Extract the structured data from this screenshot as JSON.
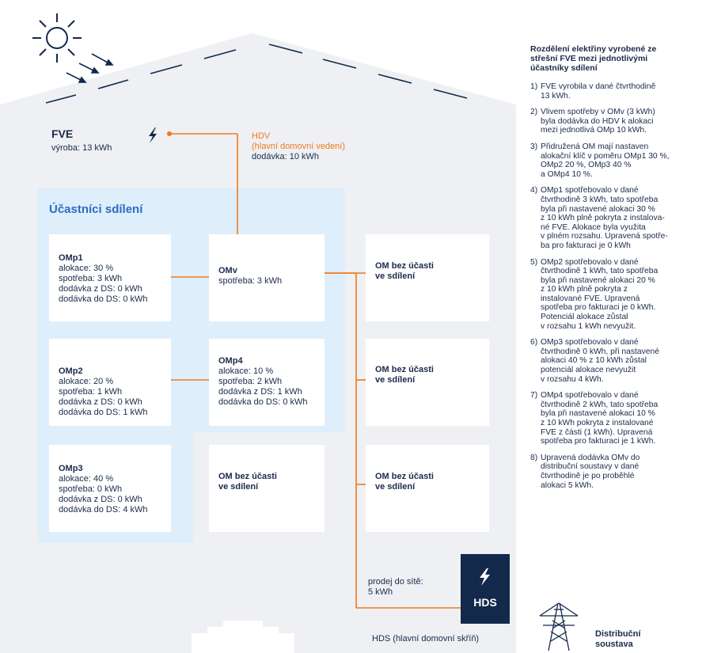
{
  "fve": {
    "title": "FVE",
    "production": "výroba: 13 kWh"
  },
  "hdv": {
    "line1": "HDV",
    "line2": "(hlavní domovní vedení)",
    "delivery": "dodávka: 10 kWh"
  },
  "participants_title": "Účastníci sdílení",
  "omp1": {
    "name": "OMp1",
    "lines": [
      "alokace: 30 %",
      "spotřeba: 3 kWh",
      "dodávka z DS: 0 kWh",
      "dodávka do DS: 0 kWh"
    ]
  },
  "omp2": {
    "name": "OMp2",
    "lines": [
      "alokace: 20 %",
      "spotřeba: 1 kWh",
      "dodávka z DS: 0 kWh",
      "dodávka do DS: 1 kWh"
    ]
  },
  "omp3": {
    "name": "OMp3",
    "lines": [
      "alokace: 40 %",
      "spotřeba: 0 kWh",
      "dodávka z DS: 0 kWh",
      "dodávka do DS: 4 kWh"
    ]
  },
  "omp4": {
    "name": "OMp4",
    "lines": [
      "alokace: 10 %",
      "spotřeba: 2 kWh",
      "dodávka z DS: 1 kWh",
      "dodávka do DS: 0 kWh"
    ]
  },
  "omv": {
    "name": "OMv",
    "consumption": "spotřeba: 3 kWh"
  },
  "om_none": {
    "line1": "OM bez účasti",
    "line2": "ve sdílení"
  },
  "sale": {
    "line1": "prodej do sítě:",
    "line2": "5 kWh"
  },
  "hds": {
    "label": "HDS",
    "caption": "HDS (hlavní domovní skříň)"
  },
  "distribution": {
    "line1": "Distribuční",
    "line2": "soustava"
  },
  "sidebar": {
    "title_lines": [
      "Rozdělení elektřiny vyrobené ze",
      "střešní FVE mezi jednotlivými",
      "účastníky sdílení"
    ],
    "items": [
      {
        "num": "1)",
        "lines": [
          "FVE vyrobila v dané čtvrthodině",
          "13 kWh."
        ]
      },
      {
        "num": "2)",
        "lines": [
          "Vlivem spotřeby v OMv (3 kWh)",
          "byla dodávka do HDV k alokaci",
          "mezi jednotlivá OMp 10 kWh."
        ]
      },
      {
        "num": "3)",
        "lines": [
          "Přidružená OM mají nastaven",
          "alokační klíč v poměru OMp1 30 %,",
          "OMp2 20 %, OMp3 40 %",
          "a OMp4 10 %."
        ]
      },
      {
        "num": "4)",
        "lines": [
          "OMp1 spotřebovalo v dané",
          "čtvrthodině 3 kWh, tato spotřeba",
          "byla při nastavené alokaci 30 %",
          "z 10 kWh plně pokryta z instalova-",
          "né FVE. Alokace byla využita",
          "v plném rozsahu. Upravená spotře-",
          "ba pro fakturaci je 0 kWh"
        ]
      },
      {
        "num": "5)",
        "lines": [
          "OMp2 spotřebovalo v dané",
          "čtvrthodině 1 kWh, tato spotřeba",
          "byla při nastavené alokaci 20 %",
          "z 10 kWh plně pokryta z",
          "instalované FVE. Upravená",
          "spotřeba pro fakturaci je 0 kWh.",
          "Potenciál alokace zůstal",
          "v rozsahu 1 kWh nevyužit."
        ]
      },
      {
        "num": "6)",
        "lines": [
          "OMp3 spotřebovalo v dané",
          "čtvrthodině 0 kWh, při nastavené",
          "alokaci 40 % z 10 kWh zůstal",
          "potenciál alokace nevyužit",
          "v rozsahu 4 kWh."
        ]
      },
      {
        "num": "7)",
        "lines": [
          "OMp4 spotřebovalo v dané",
          "čtvrthodině 2 kWh, tato spotřeba",
          "byla při nastavené alokaci 10 %",
          "z 10 kWh pokryta z instalované",
          "FVE z části (1 kWh). Upravená",
          "spotřeba pro fakturaci je 1 kWh."
        ]
      },
      {
        "num": "8)",
        "lines": [
          "Upravená dodávka OMv do",
          "distribuční soustavy v dané",
          "čtvrthodině je po proběhlé",
          "alokaci 5 kWh."
        ]
      }
    ]
  },
  "colors": {
    "navy": "#13294b",
    "orange": "#ee7b1d",
    "participant_bg": "#deeefb",
    "house_bg": "#eef0f3",
    "accent_blue": "#2b6cc4"
  }
}
